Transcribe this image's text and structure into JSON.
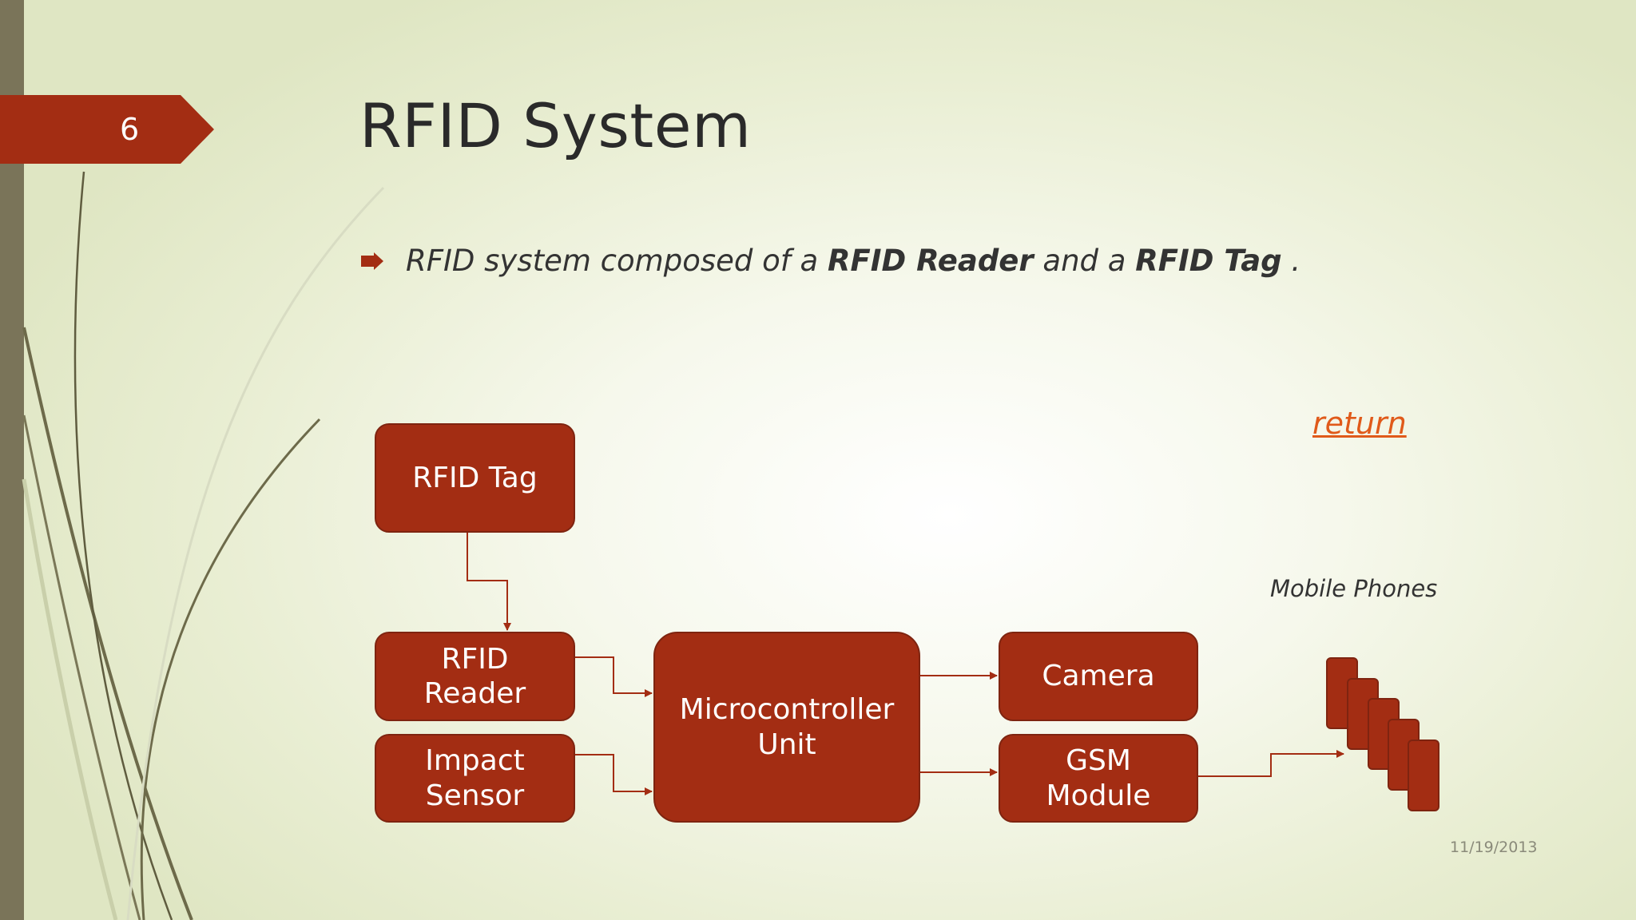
{
  "slide": {
    "number": "6",
    "title": "RFID System",
    "date": "11/19/2013"
  },
  "bullet": {
    "prefix": "RFID system composed of a ",
    "bold_1": "RFID Reader",
    "middle": " and a ",
    "bold_2": "RFID Tag",
    "suffix": " ."
  },
  "diagram": {
    "rfid_tag": "RFID Tag",
    "rfid_reader": "RFID\nReader",
    "impact_sensor": "Impact\nSensor",
    "microcontroller": "Microcontroller\nUnit",
    "camera": "Camera",
    "gsm_module": "GSM\nModule",
    "phones_label": "Mobile Phones"
  },
  "link": {
    "return_label": "return"
  },
  "colors": {
    "accent": "#a32d13",
    "accent_border": "#7e2410",
    "link": "#e05a1a",
    "left_bar": "#7a7459"
  },
  "icons": {
    "bullet": "arrow-bullet-icon"
  }
}
